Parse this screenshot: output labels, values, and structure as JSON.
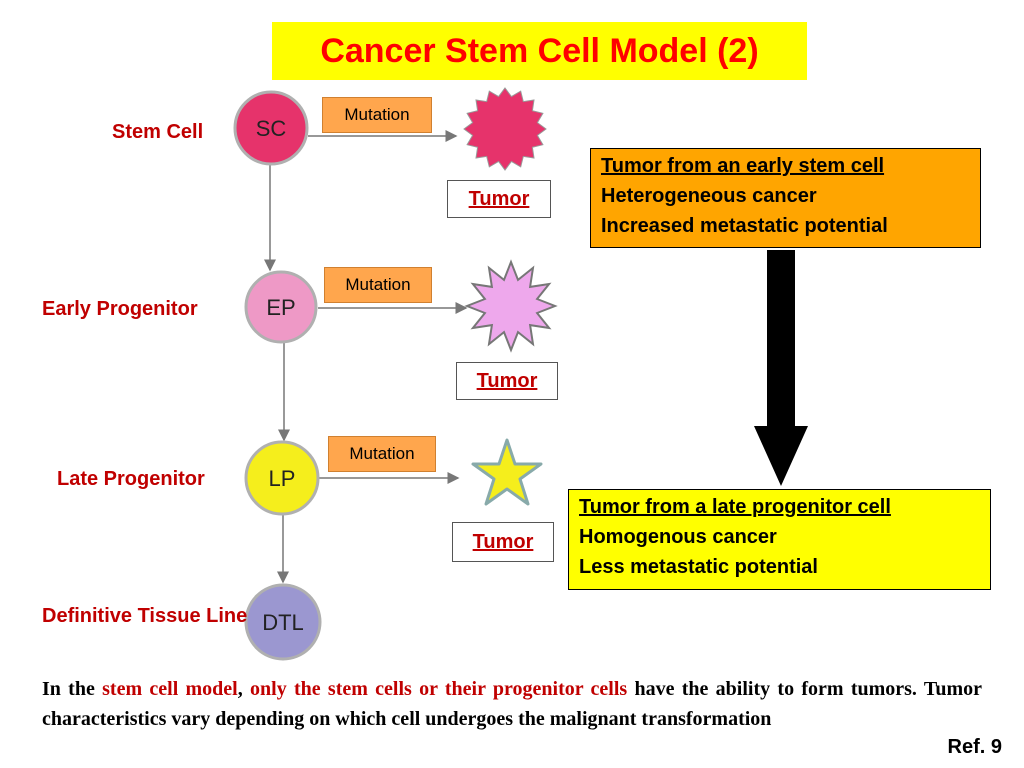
{
  "title": "Cancer Stem Cell Model (2)",
  "cells": [
    {
      "label": "Stem Cell",
      "abbr": "SC",
      "color": "#e6336b"
    },
    {
      "label": "Early Progenitor",
      "abbr": "EP",
      "color": "#ee99c6"
    },
    {
      "label": "Late Progenitor",
      "abbr": "LP",
      "color": "#f5ee1c"
    },
    {
      "label": "Definitive Tissue Line",
      "abbr": "DTL",
      "color": "#9b97d0"
    }
  ],
  "mutation_label": "Mutation",
  "tumor_label": "Tumor",
  "early_box": {
    "line1": "Tumor from an early stem cell",
    "line2": "Heterogeneous cancer",
    "line3": "Increased metastatic potential",
    "color": "#ffa500"
  },
  "late_box": {
    "line1": "Tumor from a late progenitor cell",
    "line2": "Homogenous cancer",
    "line3": "Less metastatic potential",
    "color": "#ffff00"
  },
  "paragraph": {
    "p1": "In the ",
    "red1": "stem cell model",
    "p2": ", ",
    "red2": "only the stem cells or their progenitor cells",
    "p3": " have the ability to form tumors. Tumor characteristics vary depending on which cell undergoes the malignant transformation"
  },
  "ref": "Ref. 9"
}
